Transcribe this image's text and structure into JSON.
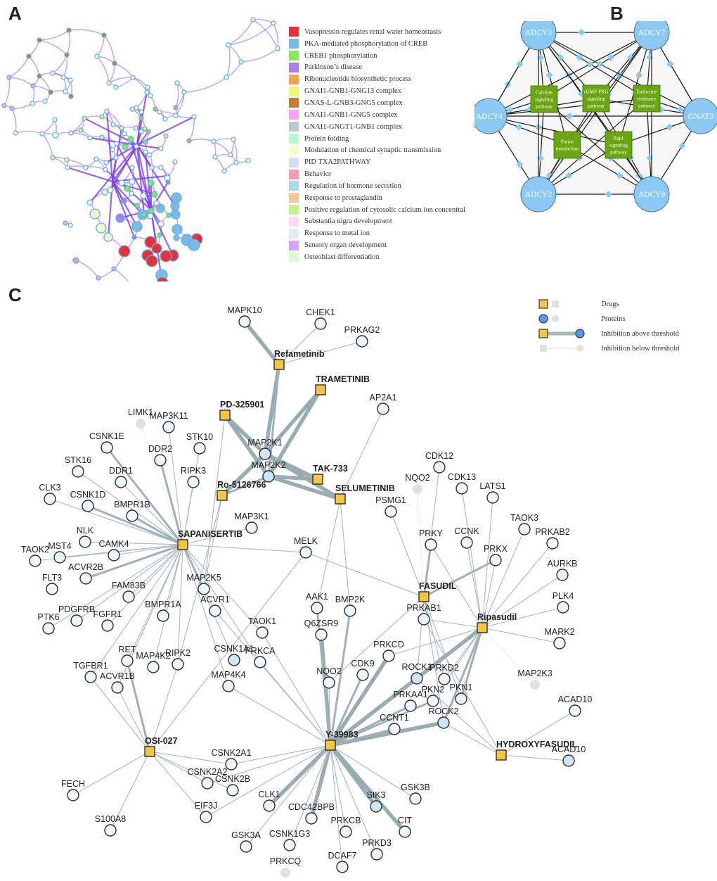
{
  "panels": {
    "a": {
      "letter": "A"
    },
    "b": {
      "letter": "B"
    },
    "c": {
      "letter": "C"
    }
  },
  "panel_a": {
    "legend": [
      {
        "label": "Vasopressin regulates renal water homeostasis",
        "color": "#e8303a"
      },
      {
        "label": "PKA-mediated phosphorylation of CREB",
        "color": "#7cb9e8"
      },
      {
        "label": "CREB1 phosphorylation",
        "color": "#88e85a"
      },
      {
        "label": "Parkinson’s disease",
        "color": "#b07cf0"
      },
      {
        "label": "Ribonucleotide biosynthetic process",
        "color": "#f7a154"
      },
      {
        "label": "GNAI1-GNB1-GNG13 complex",
        "color": "#f0f37a"
      },
      {
        "label": "GNAS-L-GNB3-GNG5 complex",
        "color": "#c27d36"
      },
      {
        "label": "GNAI1-GNB1-GNG5 complex",
        "color": "#f3a4f4"
      },
      {
        "label": "GNAI1-GNGT1-GNB1 complex",
        "color": "#bcc6cc"
      },
      {
        "label": "Protein folding",
        "color": "#b6f7d4"
      },
      {
        "label": "Modulation of chemical synaptic transmission",
        "color": "#f6fbca"
      },
      {
        "label": "PID TXA2PATHWAY",
        "color": "#d6dbf7"
      },
      {
        "label": "Behavior",
        "color": "#f59ab4"
      },
      {
        "label": "Regulation of hormone secretion",
        "color": "#a8dcec"
      },
      {
        "label": "Response to prostaglandin",
        "color": "#f7c49c"
      },
      {
        "label": "Positive regulation of cytosolic calcium ion concentral",
        "color": "#c4f48a"
      },
      {
        "label": "Substantia nigra development",
        "color": "#fbd8f6"
      },
      {
        "label": "Response to metal ion",
        "color": "#e6eaec"
      },
      {
        "label": "Sensory organ development",
        "color": "#cfa6f4"
      },
      {
        "label": "Osteoblast differentiation",
        "color": "#d8f8d6"
      }
    ],
    "edge_color": "#7b3ff0",
    "node_border": "#59b3e0"
  },
  "panel_b": {
    "proteins": [
      {
        "id": "ADCY3",
        "label": "ADCY3"
      },
      {
        "id": "ADCY7",
        "label": "ADCY7"
      },
      {
        "id": "ADCY4",
        "label": "ADCY4"
      },
      {
        "id": "GNAT3",
        "label": "GNAT3"
      },
      {
        "id": "ADCY2",
        "label": "ADCY2"
      },
      {
        "id": "ADCY9",
        "label": "ADCY9"
      }
    ],
    "pathways": [
      {
        "id": "calcium",
        "lines": [
          "Calcium",
          "signaling",
          "pathway"
        ]
      },
      {
        "id": "cgmp",
        "lines": [
          "cGMP-PKG",
          "signaling",
          "pathway"
        ]
      },
      {
        "id": "endocrine",
        "lines": [
          "Endocrine",
          "resistance",
          "pathway"
        ]
      },
      {
        "id": "purine",
        "lines": [
          "Purine",
          "metabolism"
        ]
      },
      {
        "id": "rap1",
        "lines": [
          "Rap1",
          "signaling",
          "pathway"
        ]
      }
    ],
    "protein_color": "#8cc8f4",
    "pathway_color": "#6aa512"
  },
  "panel_c": {
    "legend": [
      {
        "kind": "drugs",
        "label": "Drugs"
      },
      {
        "kind": "proteins",
        "label": "Proteins"
      },
      {
        "kind": "above",
        "label": "Inhibition above threshold"
      },
      {
        "kind": "below",
        "label": "Inhibition below threshold"
      }
    ],
    "colors": {
      "drug": "#f4c542",
      "protein_fill": "#eef6fb",
      "protein_target": "#cfe6f8",
      "protein_faded": "#dde2e5",
      "edge": "#9fb0b6",
      "legend_protein": "#5599ee"
    },
    "drugs": [
      {
        "id": "refametinib",
        "label": "Refametinib"
      },
      {
        "id": "trametinib",
        "label": "TRAMETINIB"
      },
      {
        "id": "pd325901",
        "label": "PD-325901"
      },
      {
        "id": "tak733",
        "label": "TAK-733"
      },
      {
        "id": "selumetinib",
        "label": "SELUMETINIB"
      },
      {
        "id": "ro5126766",
        "label": "Ro-5126766"
      },
      {
        "id": "sapanisertib",
        "label": "SAPANISERTIB"
      },
      {
        "id": "fasudil",
        "label": "FASUDIL"
      },
      {
        "id": "ripasudil",
        "label": "Ripasudil"
      },
      {
        "id": "osi027",
        "label": "OSI-027"
      },
      {
        "id": "y39983",
        "label": "Y-39983"
      },
      {
        "id": "hydroxyfasudil",
        "label": "HYDROXYFASUDIL"
      }
    ],
    "proteins": [
      {
        "id": "MAPK10",
        "label": "MAPK10"
      },
      {
        "id": "CHEK1",
        "label": "CHEK1"
      },
      {
        "id": "PRKAG2",
        "label": "PRKAG2"
      },
      {
        "id": "AP2A1",
        "label": "AP2A1"
      },
      {
        "id": "MAP3K11",
        "label": "MAP3K11"
      },
      {
        "id": "LIMK1",
        "label": "LIMK1",
        "faded": true
      },
      {
        "id": "CSNK1E",
        "label": "CSNK1E"
      },
      {
        "id": "STK10",
        "label": "STK10"
      },
      {
        "id": "MAP2K1",
        "label": "MAP2K1",
        "target": true
      },
      {
        "id": "MAP2K2",
        "label": "MAP2K2",
        "target": true
      },
      {
        "id": "STK16",
        "label": "STK16"
      },
      {
        "id": "DDR1",
        "label": "DDR1"
      },
      {
        "id": "DDR2",
        "label": "DDR2"
      },
      {
        "id": "RIPK3",
        "label": "RIPK3"
      },
      {
        "id": "CLK3",
        "label": "CLK3"
      },
      {
        "id": "CSNK1D",
        "label": "CSNK1D"
      },
      {
        "id": "BMPR1B",
        "label": "BMPR1B"
      },
      {
        "id": "MAP3K1",
        "label": "MAP3K1"
      },
      {
        "id": "NLK",
        "label": "NLK"
      },
      {
        "id": "MST4",
        "label": "MST4"
      },
      {
        "id": "CAMK4",
        "label": "CAMK4"
      },
      {
        "id": "TAOK2",
        "label": "TAOK2"
      },
      {
        "id": "ACVR2B",
        "label": "ACVR2B"
      },
      {
        "id": "FLT3",
        "label": "FLT3"
      },
      {
        "id": "FAM83B",
        "label": "FAM83B"
      },
      {
        "id": "MAP2K5",
        "label": "MAP2K5"
      },
      {
        "id": "ACVR1",
        "label": "ACVR1"
      },
      {
        "id": "PDGFRB",
        "label": "PDGFRB"
      },
      {
        "id": "FGFR1",
        "label": "FGFR1"
      },
      {
        "id": "PTK6",
        "label": "PTK6"
      },
      {
        "id": "BMPR1A",
        "label": "BMPR1A"
      },
      {
        "id": "TAOK1",
        "label": "TAOK1"
      },
      {
        "id": "RET",
        "label": "RET"
      },
      {
        "id": "MAP4K2",
        "label": "MAP4K2"
      },
      {
        "id": "RIPK2",
        "label": "RIPK2"
      },
      {
        "id": "CSNK1A1",
        "label": "CSNK1A1",
        "target": true
      },
      {
        "id": "PRKCA",
        "label": "PRKCA"
      },
      {
        "id": "TGFBR1",
        "label": "TGFBR1"
      },
      {
        "id": "ACVR1B",
        "label": "ACVR1B"
      },
      {
        "id": "MAP4K4",
        "label": "MAP4K4"
      },
      {
        "id": "MELK",
        "label": "MELK"
      },
      {
        "id": "NQO2a",
        "label": "NQO2",
        "faded": true
      },
      {
        "id": "CDK12",
        "label": "CDK12"
      },
      {
        "id": "CDK13",
        "label": "CDK13"
      },
      {
        "id": "LATS1",
        "label": "LATS1"
      },
      {
        "id": "PSMG1",
        "label": "PSMG1"
      },
      {
        "id": "PRKY",
        "label": "PRKY"
      },
      {
        "id": "CCNK",
        "label": "CCNK"
      },
      {
        "id": "TAOK3",
        "label": "TAOK3"
      },
      {
        "id": "PRKAB2",
        "label": "PRKAB2"
      },
      {
        "id": "PRKX",
        "label": "PRKX"
      },
      {
        "id": "AURKB",
        "label": "AURKB"
      },
      {
        "id": "PLK4",
        "label": "PLK4"
      },
      {
        "id": "MARK2",
        "label": "MARK2"
      },
      {
        "id": "MAP2K3",
        "label": "MAP2K3",
        "faded": true
      },
      {
        "id": "ACAD10a",
        "label": "ACAD10"
      },
      {
        "id": "ACAD10b",
        "label": "ACAD10",
        "target": true
      },
      {
        "id": "AAK1",
        "label": "AAK1"
      },
      {
        "id": "BMP2K",
        "label": "BMP2K"
      },
      {
        "id": "Q6ZSR9",
        "label": "Q6ZSR9"
      },
      {
        "id": "PRKAB1",
        "label": "PRKAB1"
      },
      {
        "id": "PRKCD",
        "label": "PRKCD"
      },
      {
        "id": "CDK9",
        "label": "CDK9"
      },
      {
        "id": "NQO2b",
        "label": "NQO2"
      },
      {
        "id": "ROCK1",
        "label": "ROCK1",
        "target": true
      },
      {
        "id": "PRKD2",
        "label": "PRKD2"
      },
      {
        "id": "PKN2",
        "label": "PKN2"
      },
      {
        "id": "PKN1",
        "label": "PKN1"
      },
      {
        "id": "PRKAA1",
        "label": "PRKAA1"
      },
      {
        "id": "ROCK2",
        "label": "ROCK2",
        "target": true
      },
      {
        "id": "CCNT1",
        "label": "CCNT1"
      },
      {
        "id": "CSNK2A1",
        "label": "CSNK2A1"
      },
      {
        "id": "CSNK2A2",
        "label": "CSNK2A2"
      },
      {
        "id": "CSNK2B",
        "label": "CSNK2B"
      },
      {
        "id": "FECH",
        "label": "FECH"
      },
      {
        "id": "EIF3J",
        "label": "EIF3J"
      },
      {
        "id": "CLK1",
        "label": "CLK1"
      },
      {
        "id": "S100A8",
        "label": "S100A8"
      },
      {
        "id": "GSK3B",
        "label": "GSK3B"
      },
      {
        "id": "SIK3",
        "label": "SIK3",
        "target": true
      },
      {
        "id": "CDC42BPB",
        "label": "CDC42BPB"
      },
      {
        "id": "PRKCB",
        "label": "PRKCB"
      },
      {
        "id": "CIT",
        "label": "CIT"
      },
      {
        "id": "GSK3A",
        "label": "GSK3A"
      },
      {
        "id": "CSNK1G3",
        "label": "CSNK1G3"
      },
      {
        "id": "PRKD3",
        "label": "PRKD3"
      },
      {
        "id": "DCAF7",
        "label": "DCAF7"
      },
      {
        "id": "PRKCQ",
        "label": "PRKCQ",
        "faded": true
      }
    ]
  }
}
